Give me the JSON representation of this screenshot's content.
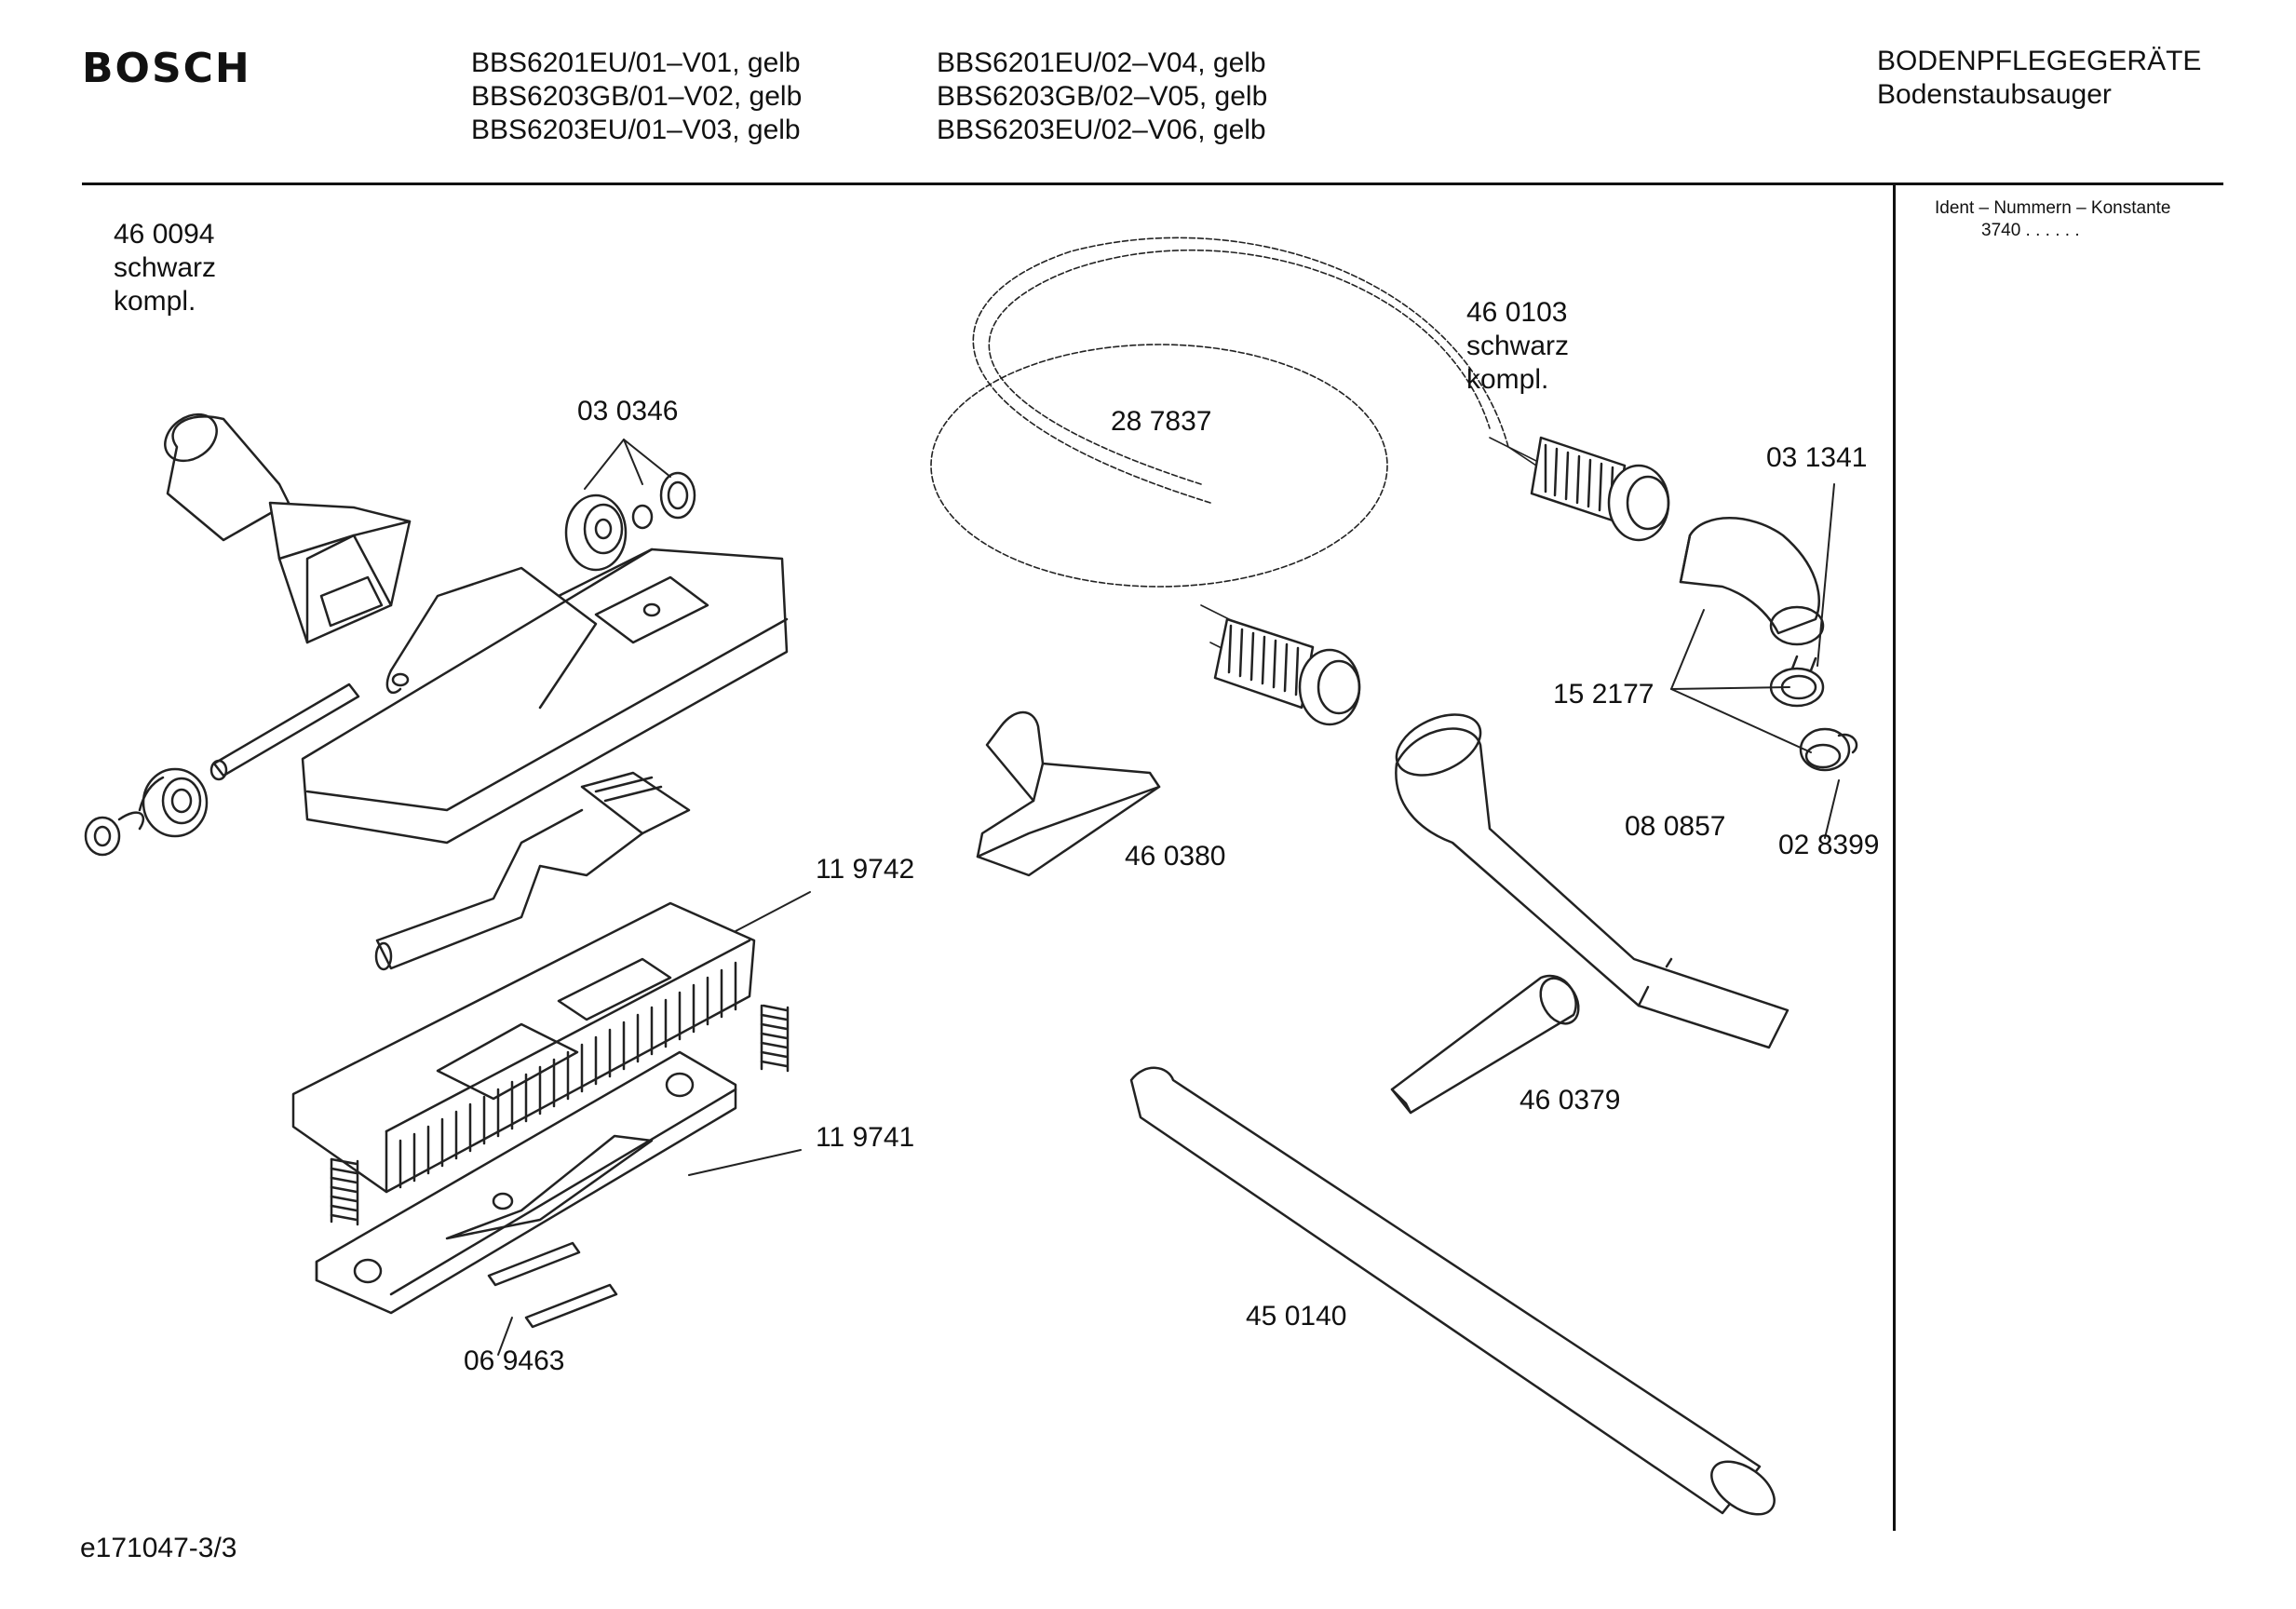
{
  "header": {
    "brand": "BOSCH",
    "models_col1": [
      "BBS6201EU/01–V01, gelb",
      "BBS6203GB/01–V02, gelb",
      "BBS6203EU/01–V03, gelb"
    ],
    "models_col2": [
      "BBS6201EU/02–V04, gelb",
      "BBS6203GB/02–V05, gelb",
      "BBS6203EU/02–V06, gelb"
    ],
    "category": "BODENPFLEGEGERÄTE",
    "subcategory": "Bodenstaubsauger"
  },
  "ident": {
    "label": "Ident – Nummern – Konstante",
    "code": "3740  . .   . . . ."
  },
  "parts": {
    "p460094": [
      "46 0094",
      "schwarz",
      "kompl."
    ],
    "p030346": "03 0346",
    "p287837": "28 7837",
    "p460103": [
      "46 0103",
      "schwarz",
      "kompl."
    ],
    "p031341": "03 1341",
    "p152177": "15 2177",
    "p028399": "02 8399",
    "p080857": "08 0857",
    "p460380": "46 0380",
    "p119742": "11 9742",
    "p119741": "11 9741",
    "p460379": "46 0379",
    "p450140": "45 0140",
    "p069463": "06 9463"
  },
  "footer": {
    "doc_id": "e171047-3/3"
  }
}
